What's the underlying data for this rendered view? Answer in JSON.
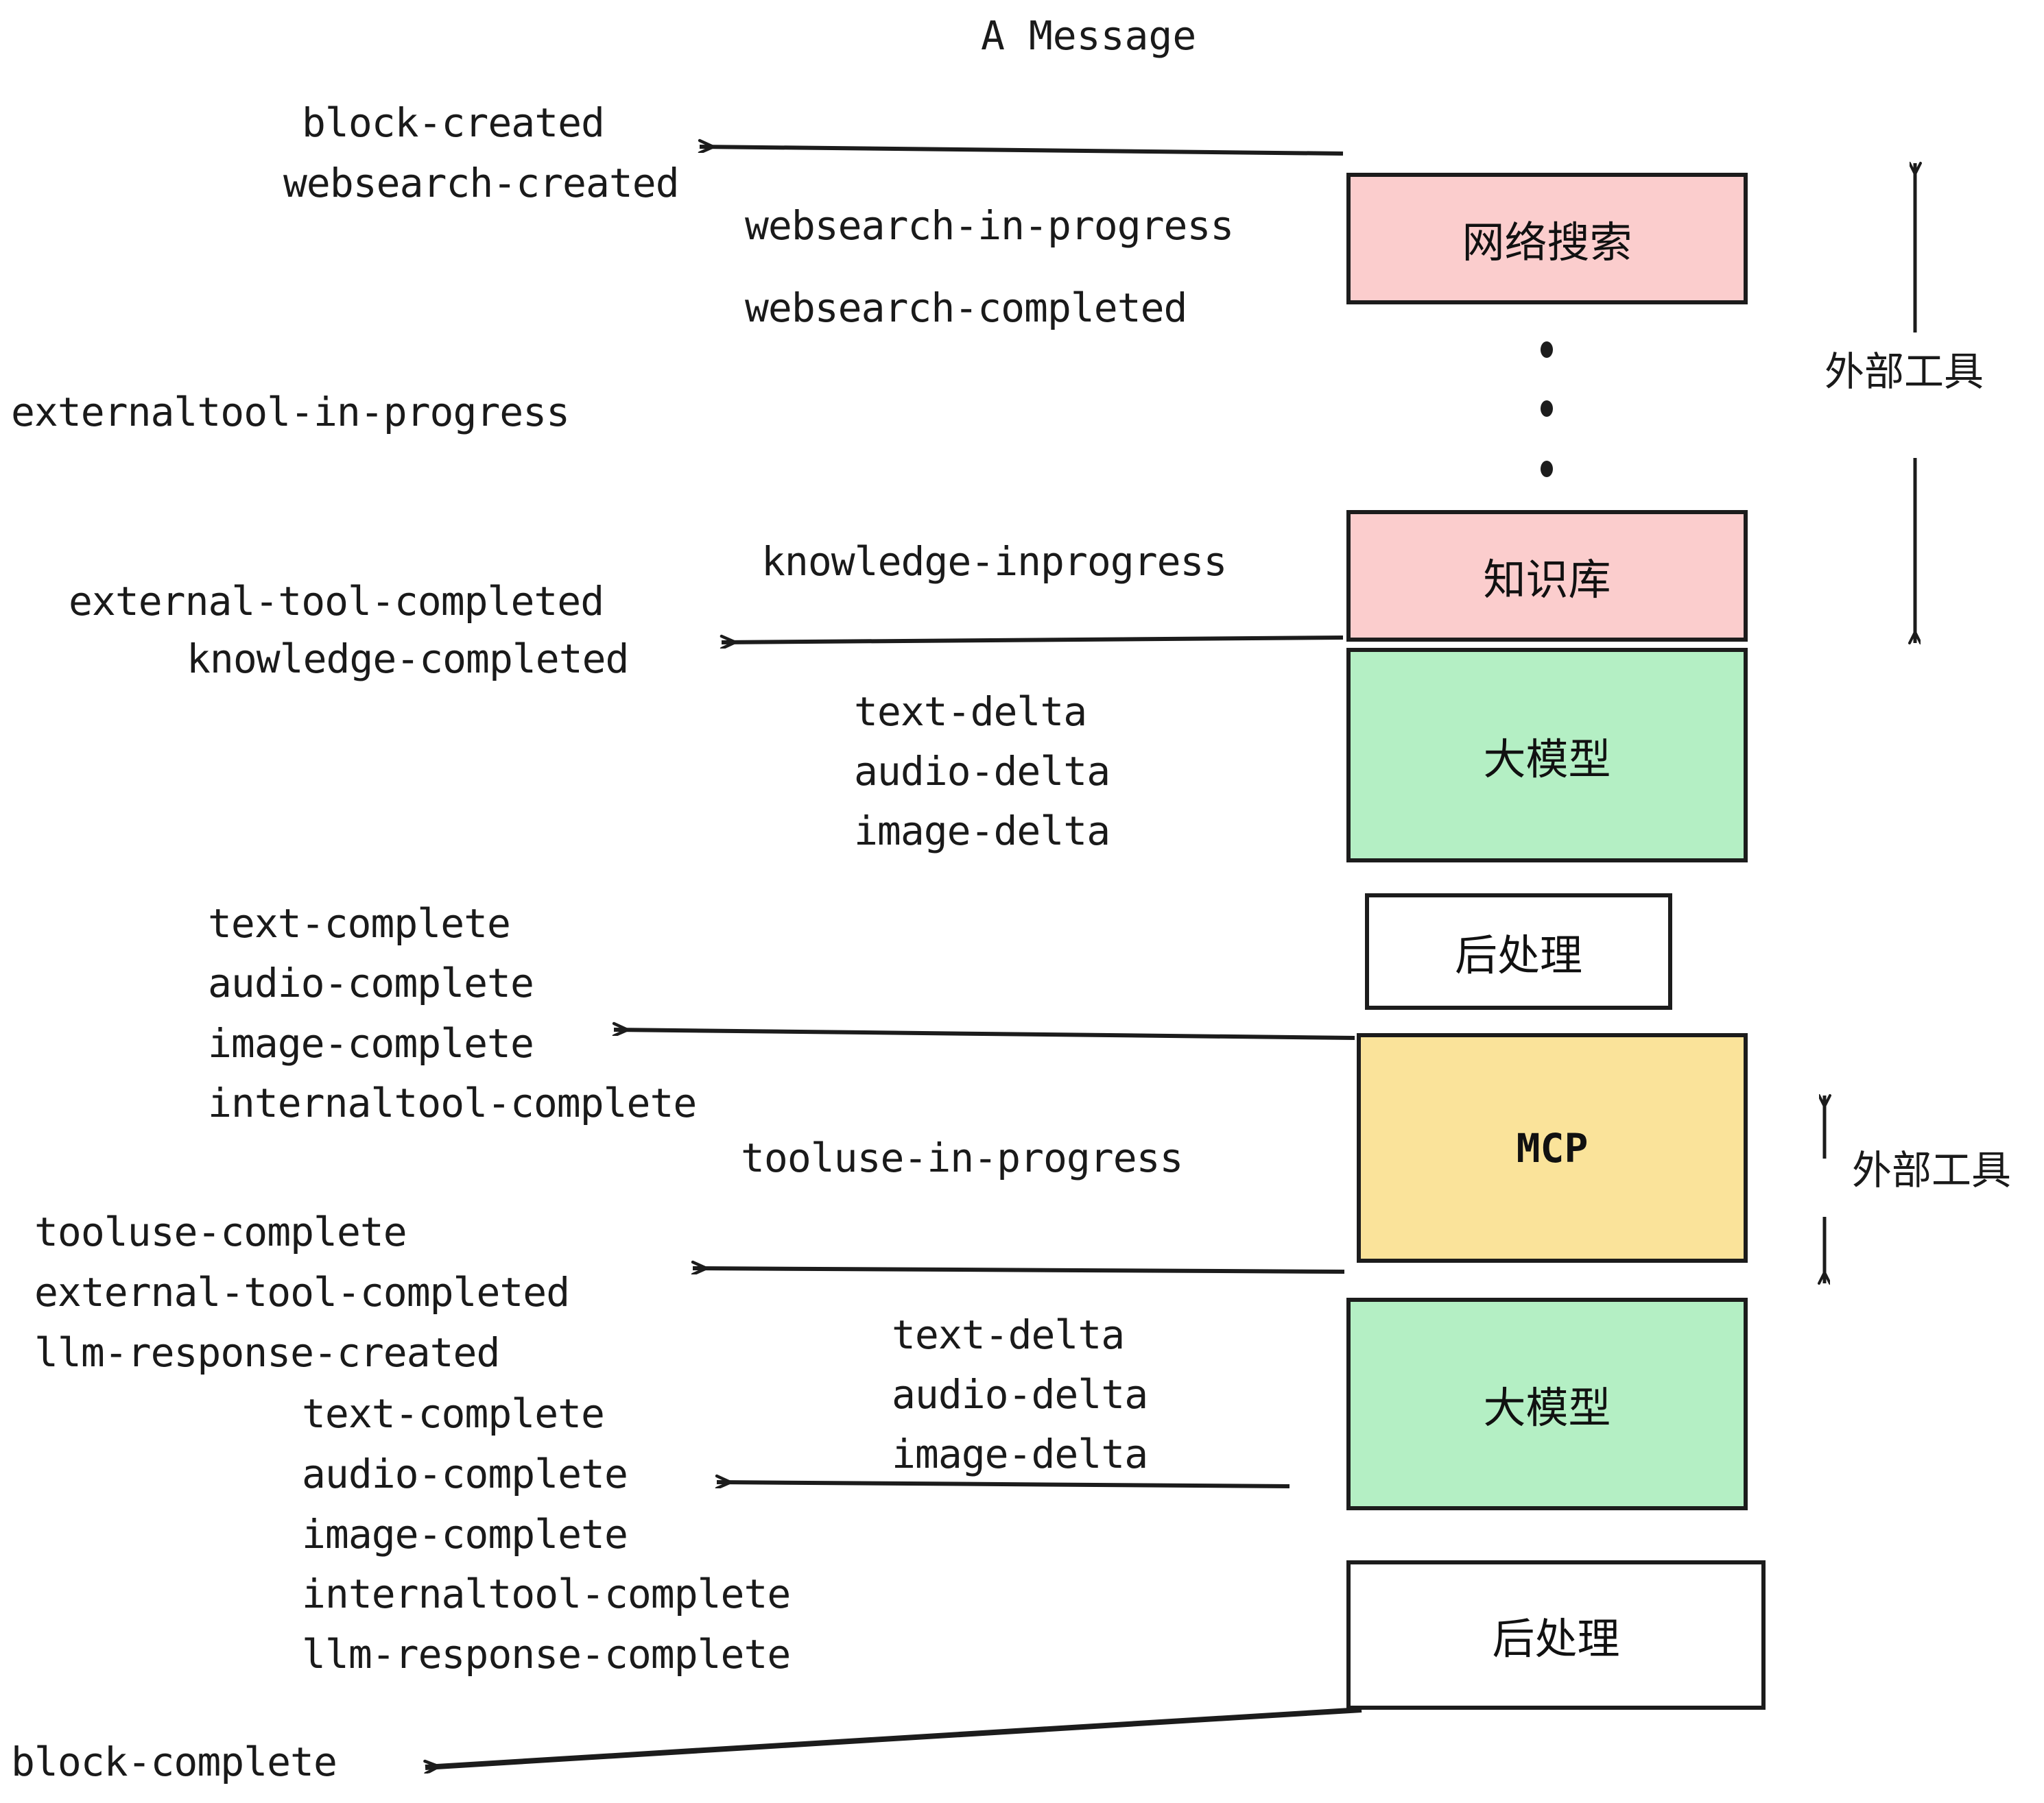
{
  "title": "A Message",
  "colors": {
    "pink": "#fbcdcd",
    "green": "#b4efc4",
    "yellow": "#fae39a",
    "white": "#ffffff",
    "stroke": "#1c1c1c",
    "text": "#1a1a1a"
  },
  "nodes": [
    {
      "id": "websearch",
      "label": "网络搜索",
      "fill": "#fbcdcd"
    },
    {
      "id": "knowledge",
      "label": "知识库",
      "fill": "#fbcdcd"
    },
    {
      "id": "llm1",
      "label": "大模型",
      "fill": "#b4efc4"
    },
    {
      "id": "post1",
      "label": "后处理",
      "fill": "#ffffff"
    },
    {
      "id": "mcp",
      "label": "MCP",
      "fill": "#fae39a"
    },
    {
      "id": "llm2",
      "label": "大模型",
      "fill": "#b4efc4"
    },
    {
      "id": "post2",
      "label": "后处理",
      "fill": "#ffffff"
    }
  ],
  "side_labels": [
    {
      "id": "external-tool-top",
      "text": "外部工具"
    },
    {
      "id": "external-tool-bottom",
      "text": "外部工具"
    }
  ],
  "events": {
    "left_column": [
      "block-created",
      "websearch-created",
      "externaltool-in-progress",
      "external-tool-completed",
      "knowledge-completed",
      "text-complete",
      "audio-complete",
      "image-complete",
      "internaltool-complete",
      "tooluse-complete",
      "external-tool-completed",
      "llm-response-created",
      "text-complete",
      "audio-complete",
      "image-complete",
      "internaltool-complete",
      "llm-response-complete",
      "block-complete"
    ],
    "middle_column": [
      "websearch-in-progress",
      "websearch-completed",
      "knowledge-inprogress",
      "text-delta",
      "audio-delta",
      "image-delta",
      "tooluse-in-progress",
      "text-delta",
      "audio-delta",
      "image-delta"
    ]
  },
  "labels": {
    "block_created": "block-created",
    "websearch_created": "websearch-created",
    "websearch_in_progress": "websearch-in-progress",
    "websearch_completed": "websearch-completed",
    "externaltool_in_progress": "externaltool-in-progress",
    "knowledge_inprogress": "knowledge-inprogress",
    "external_tool_completed_1": "external-tool-completed",
    "knowledge_completed": "knowledge-completed",
    "text_delta_1": "text-delta",
    "audio_delta_1": "audio-delta",
    "image_delta_1": "image-delta",
    "text_complete_1": "text-complete",
    "audio_complete_1": "audio-complete",
    "image_complete_1": "image-complete",
    "internaltool_complete_1": "internaltool-complete",
    "tooluse_in_progress": "tooluse-in-progress",
    "tooluse_complete": "tooluse-complete",
    "external_tool_completed_2": "external-tool-completed",
    "llm_response_created": "llm-response-created",
    "text_delta_2": "text-delta",
    "audio_delta_2": "audio-delta",
    "image_delta_2": "image-delta",
    "text_complete_2": "text-complete",
    "audio_complete_2": "audio-complete",
    "image_complete_2": "image-complete",
    "internaltool_complete_2": "internaltool-complete",
    "llm_response_complete": "llm-response-complete",
    "block_complete": "block-complete"
  },
  "ellipsis": {
    "dots": 3,
    "meaning": "more external tools"
  }
}
